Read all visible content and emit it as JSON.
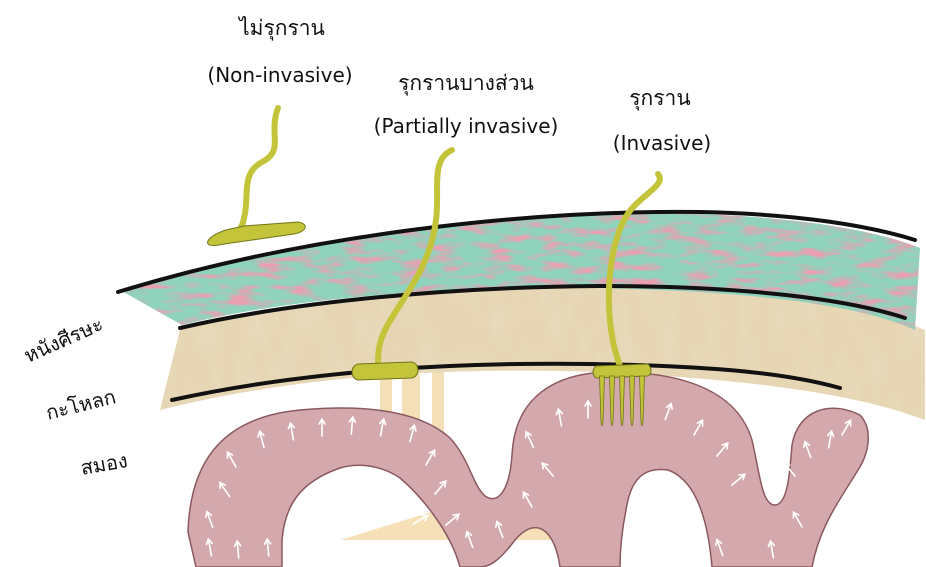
{
  "electrodes": {
    "non_invasive": {
      "thai": "ไม่รุกราน",
      "english": "(Non-invasive)"
    },
    "partially_invasive": {
      "thai": "รุกรานบางส่วน",
      "english": "(Partially invasive)"
    },
    "invasive": {
      "thai": "รุกราน",
      "english": "(Invasive)"
    }
  },
  "layers": {
    "scalp": "หนังศีรษะ",
    "skull": "กะโหลก",
    "brain": "สมอง"
  },
  "colors": {
    "electrode": "#c4c43a",
    "electrode_outline": "#6f7418",
    "scalp_green": "#8fd3bd",
    "scalp_red": "#d4566f",
    "skull_fill": "#e7d6b4",
    "brain_fill": "#d4a9ad",
    "brain_outline": "#8a5960",
    "layer_line": "#111111",
    "watermark": "#ecc77e"
  }
}
